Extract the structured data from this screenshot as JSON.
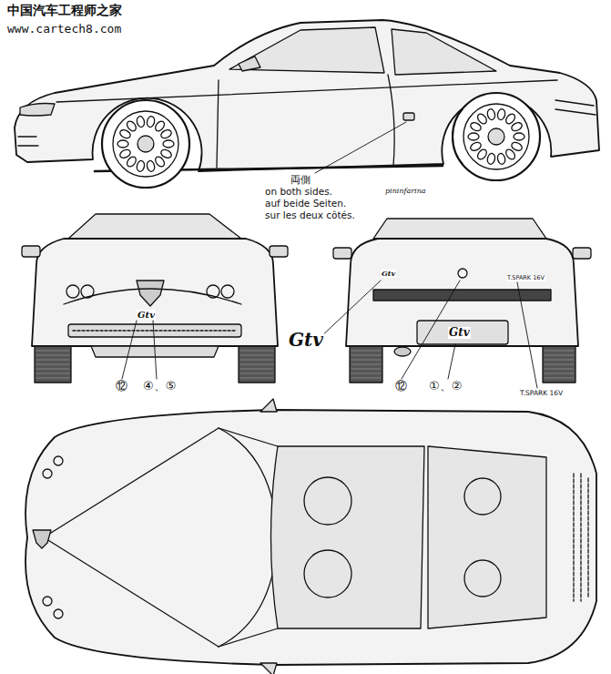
{
  "diagram": {
    "labels": [
      "中国汽车工程师之家",
      "www.cartech8.com",
      "両側",
      "on both sides.",
      "auf beide Seiten.",
      "sur les deux côtés.",
      "pininfarina",
      "Gtv",
      "Gtv",
      "T.SPARK 16V",
      "Gtv",
      "Gtv",
      "⑫",
      "④、⑤",
      "⑫",
      "①、②",
      "T.SPARK 16V"
    ]
  }
}
